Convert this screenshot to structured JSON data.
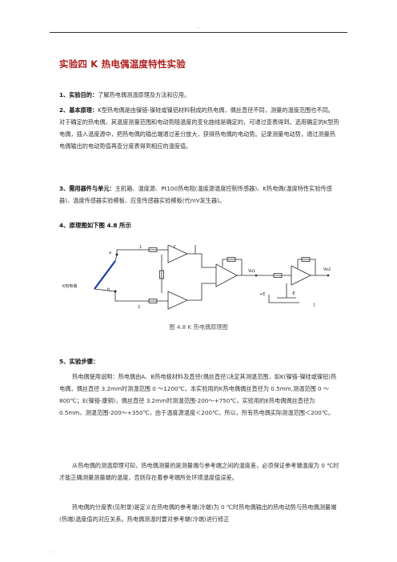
{
  "header": {
    "page_mark": "..."
  },
  "title": "实验四  K 热电偶温度特性实验",
  "sections": {
    "purpose": {
      "label": "1、实验目的：",
      "text": "了解热电偶测温原理及方法和应用。"
    },
    "principle": {
      "label": "2、基本原理：",
      "text": "K型热电偶是由镍铬-镍硅或镍铝材料制成的热电偶，偶丝直径不同，测量的温度范围也不同。对于确定的热电偶，其温度测量范围和电动势随温度的变化曲线是确定的，可通过查表得到。选用确定的K型热电偶，插入温度源中，把热电偶的输出端通过差分放大，获得热电偶的电动势。记录测量电动势，通过测量热电偶输出的电动势值再查分度表得到相应的温度值。"
    },
    "equipment": {
      "label": "3、需用器件与单元：",
      "text": "主机箱、温度源、Pt100热电阻(温度源温度控制传感器)、K热电偶(温度特性实验传感器)、温度传感器实验模板、应变传感器实验模板(代mV发生器)。"
    },
    "diagram_heading": "4、原理图如下图 4.8 所示",
    "steps_heading": "5、实验步骤："
  },
  "circuit": {
    "labels": {
      "node1": "1",
      "node2": "2",
      "a": "a",
      "b": "b",
      "sensor": "K热电偶",
      "vo1": "Vo1",
      "vo2": "Vo2",
      "plus_e": "+E",
      "minus_e": "-E",
      "j": "J"
    },
    "color": "#2a2a2a",
    "accent": "#1a3fa6"
  },
  "caption": "图 4.8  K 热电偶原理图",
  "paragraphs": [
    "热电偶使用说明：热电偶由A、B热电极材料及直径(偶丝直径)决定其测温范围，如K(镍铬-镍硅或镍铝)热电偶，偶丝直径 3.2mm时测温范围 0 ～1200℃，本实验用的K热电偶偶丝直径为 0.5mm,测温范围 0 ～800℃；E(镍铬-康铜)，偶丝直径 3.2mm时测温范围-200～+750℃，实验用的E热电偶偶丝直径为 0.5mm，测温范围-200～+350℃，由于温度源温度＜200℃，所以，所有热电偶实际测温范围＜200℃。",
    "从热电偶的测温原理可知，热电偶测量的是测量端与参考端之间的温度差，必须保证参考端温度为 0 ℃时才能正确测量测量端的温度，否则存在着参考端所处环境温度值误差。",
    "热电偶的分度表(见附录)是定义在热电偶的参考端(冷端)为 0 ℃时热电偶输出的热电动势与热电偶测量端(热端)温度值的对应关系。热电偶测温时要对参考端(冷端)进行修正"
  ],
  "footer": {
    "mark": ". ."
  }
}
